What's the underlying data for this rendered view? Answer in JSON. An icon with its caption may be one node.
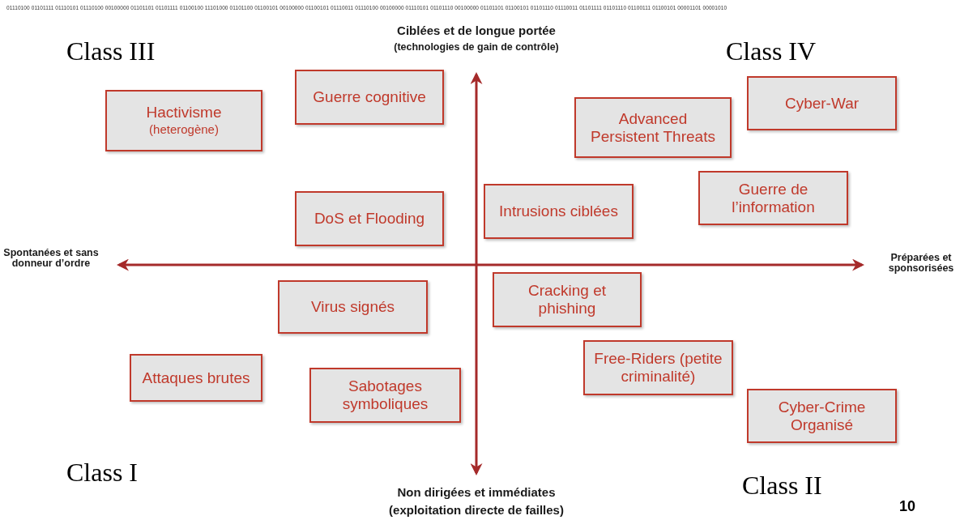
{
  "diagram": {
    "nodes": [
      {
        "text": [
          "Guerre cognitive"
        ]
      },
      {
        "text": [
          "Hactivisme",
          "(heterogène)"
        ]
      },
      {
        "text": [
          "Advanced Persistent Threats"
        ]
      },
      {
        "text": [
          "Cyber-War"
        ]
      },
      {
        "text": [
          "DoS et Flooding"
        ]
      },
      {
        "text": [
          "Intrusions ciblées"
        ]
      },
      {
        "text": [
          "Guerre de l’information"
        ]
      },
      {
        "text": [
          "Virus signés"
        ]
      },
      {
        "text": [
          "Cracking et phishing"
        ]
      },
      {
        "text": [
          "Free-Riders (petite criminalité)"
        ]
      },
      {
        "text": [
          "Attaques brutes"
        ]
      },
      {
        "text": [
          "Sabotages symboliques"
        ]
      },
      {
        "text": [
          "Cyber-Crime Organisé"
        ]
      }
    ],
    "labels": [
      "01110100 01101111 01110101 01110100 00100000 01101101 01101111 01100100 11101000 01101100 01100101 00100000 01100101 01110011 01110100 00100000 01110101 01101110 00100000 01101101 01100101 01101110 01110011 01101111 01101110 01100111 01100101 00001101 00001010",
      "Ciblées et de longue portée",
      "(technologies de gain de contrôle)",
      "Class III",
      "Class IV",
      "Spontanées et sans donneur d’ordre",
      "Préparées et sponsorisées",
      "Class I",
      "Non dirigées et immédiates",
      "(exploitation directe de failles)",
      "Class II",
      "10"
    ]
  }
}
